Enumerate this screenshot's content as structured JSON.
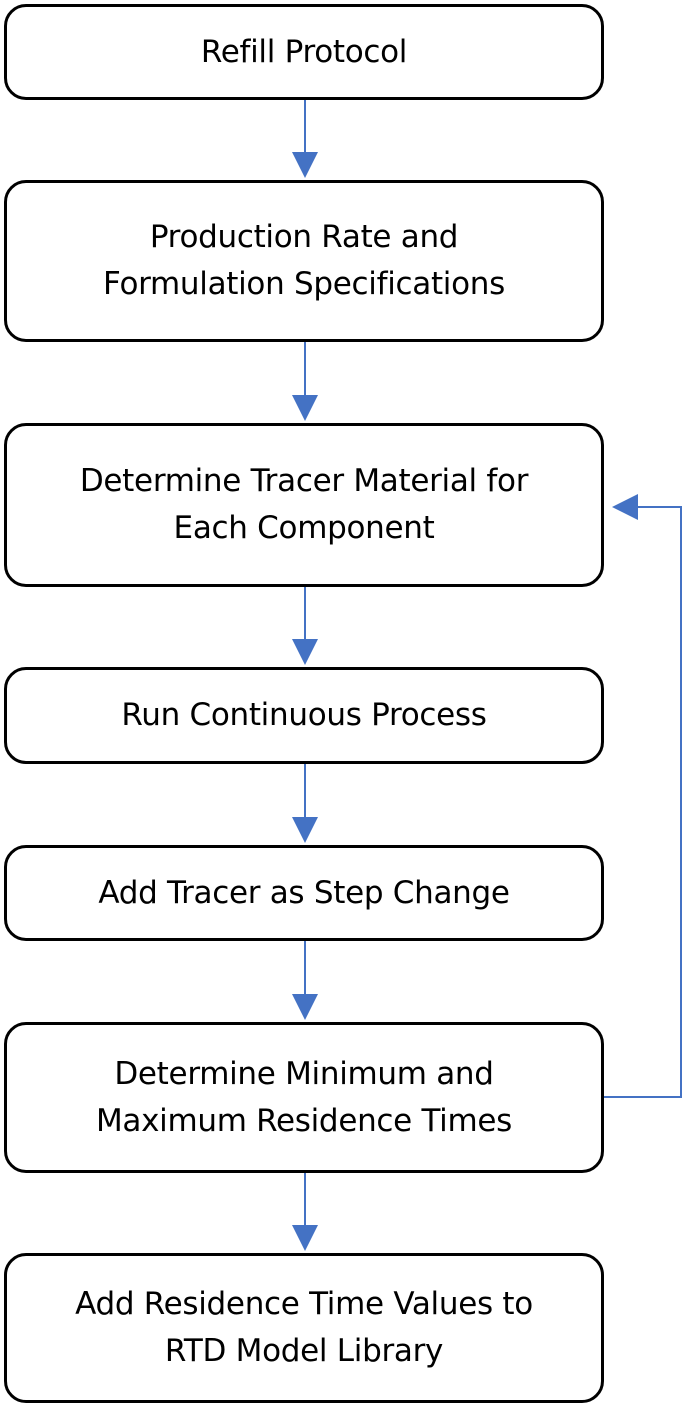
{
  "colors": {
    "connector": "#4472C4",
    "box_border": "#000000",
    "text": "#000000"
  },
  "steps": [
    {
      "lines": [
        "Refill Protocol"
      ]
    },
    {
      "lines": [
        "Production Rate and",
        "Formulation Specifications"
      ]
    },
    {
      "lines": [
        "Determine Tracer Material for",
        "Each Component"
      ]
    },
    {
      "lines": [
        "Run Continuous Process"
      ]
    },
    {
      "lines": [
        "Add Tracer as Step Change"
      ]
    },
    {
      "lines": [
        "Determine Minimum and",
        "Maximum Residence Times"
      ]
    },
    {
      "lines": [
        "Add Residence Time Values to",
        "RTD Model Library"
      ]
    }
  ]
}
